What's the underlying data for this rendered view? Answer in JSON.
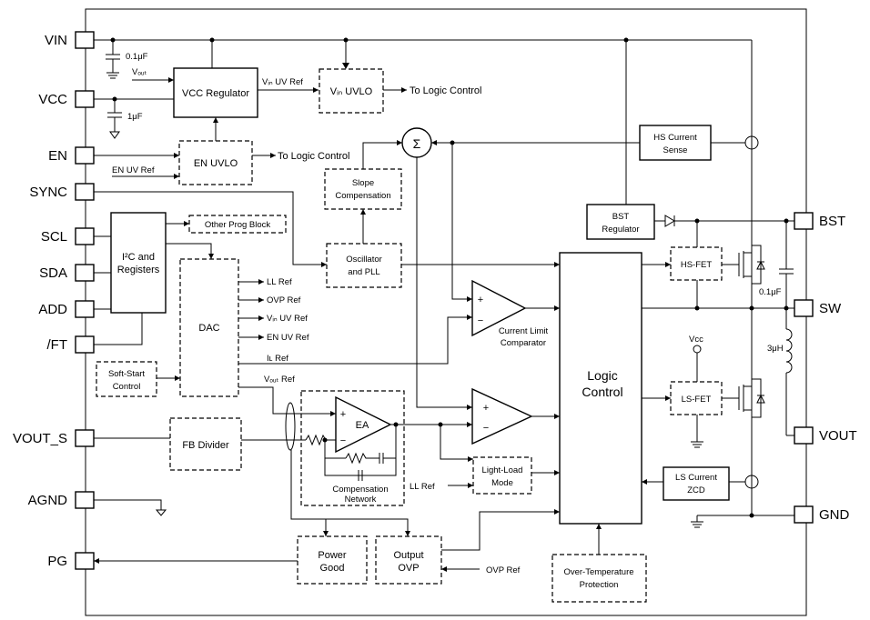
{
  "pins": {
    "vin": "VIN",
    "vcc": "VCC",
    "en": "EN",
    "sync": "SYNC",
    "scl": "SCL",
    "sda": "SDA",
    "add": "ADD",
    "ft": "/FT",
    "vout_s": "VOUT_S",
    "agnd": "AGND",
    "pg": "PG",
    "bst": "BST",
    "sw": "SW",
    "vout": "VOUT",
    "gnd": "GND"
  },
  "blocks": {
    "vcc_reg": "VCC Regulator",
    "vin_uvlo": "Vᵢₙ UVLO",
    "en_uvlo": "EN UVLO",
    "hs_sense_1": "HS Current",
    "hs_sense_2": "Sense",
    "slope_1": "Slope",
    "slope_2": "Compensation",
    "osc_1": "Oscillator",
    "osc_2": "and PLL",
    "i2c_1": "I²C and",
    "i2c_2": "Registers",
    "other_prog": "Other Prog Block",
    "dac": "DAC",
    "soft_1": "Soft-Start",
    "soft_2": "Control",
    "fb_div": "FB Divider",
    "ea": "EA",
    "comp_net_1": "Compensation",
    "comp_net_2": "Network",
    "light_1": "Light-Load",
    "light_2": "Mode",
    "pg_1": "Power",
    "pg_2": "Good",
    "ovp_1": "Output",
    "ovp_2": "OVP",
    "otp_1": "Over-Temperature",
    "otp_2": "Protection",
    "logic_1": "Logic",
    "logic_2": "Control",
    "bst_1": "BST",
    "bst_2": "Regulator",
    "hs_fet": "HS-FET",
    "ls_fet": "LS-FET",
    "ls_zcd_1": "LS Current",
    "ls_zcd_2": "ZCD",
    "clc_1": "Current Limit",
    "clc_2": "Comparator"
  },
  "labels": {
    "cap_vin": "0.1μF",
    "cap_vcc": "1μF",
    "vout_in": "Vₒᵤₜ",
    "vin_uv_ref_top": "Vᵢₙ UV Ref",
    "to_logic_1": "To Logic Control",
    "to_logic_2": "To Logic Control",
    "en_uv_ref_in": "EN UV Ref",
    "ll_ref": "LL Ref",
    "ovp_ref": "OVP Ref",
    "vin_uv_ref": "Vᵢₙ UV Ref",
    "en_uv_ref": "EN UV Ref",
    "il_ref": "Iʟ Ref",
    "vout_ref": "Vₒᵤₜ Ref",
    "ll_ref_in": "LL Ref",
    "ovp_ref_in": "OVP Ref",
    "cap_bst": "0.1μF",
    "ind": "3μH",
    "vcc_small": "Vᴄᴄ",
    "plus": "+",
    "minus": "−"
  }
}
